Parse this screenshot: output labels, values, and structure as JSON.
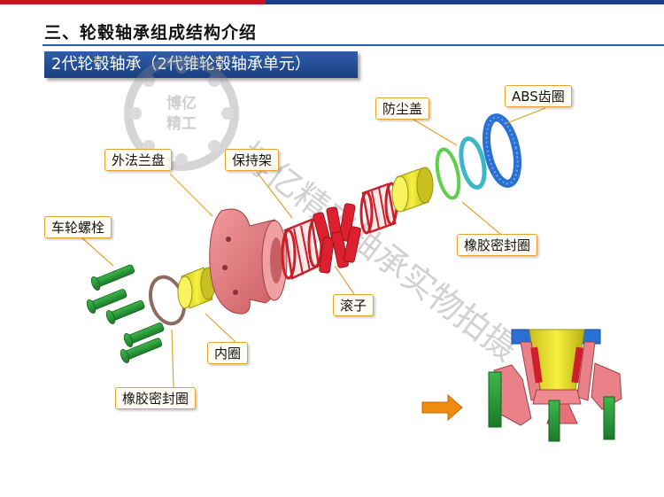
{
  "slide_title": "三、轮毂轴承组成结构介绍",
  "banner": "2代轮毂轴承（2代锥轮毂轴承单元）",
  "labels": {
    "wheel_bolt": "车轮螺栓",
    "outer_flange": "外法兰盘",
    "cage": "保持架",
    "dust_cover": "防尘盖",
    "abs_ring": "ABS齿圈",
    "rubber_seal_right": "橡胶密封圈",
    "roller": "滚子",
    "inner_ring": "内圈",
    "rubber_seal_left": "橡胶密封圈"
  },
  "watermark": {
    "logo_text_1": "博亿",
    "logo_text_2": "精工",
    "diagonal_text": "博亿精工轴承实物拍摄"
  },
  "colors": {
    "banner": "#1f4a90",
    "label_border": "#e8a030",
    "flange": "#e8787c",
    "cage": "#cc1f2a",
    "ring_yellow": "#f0e628",
    "bolt_green": "#2a9a38",
    "dust_cover": "#3cb7c8",
    "abs": "#2a6fd2",
    "seal_green": "#5cd04a",
    "arrow": "#f08a10"
  }
}
